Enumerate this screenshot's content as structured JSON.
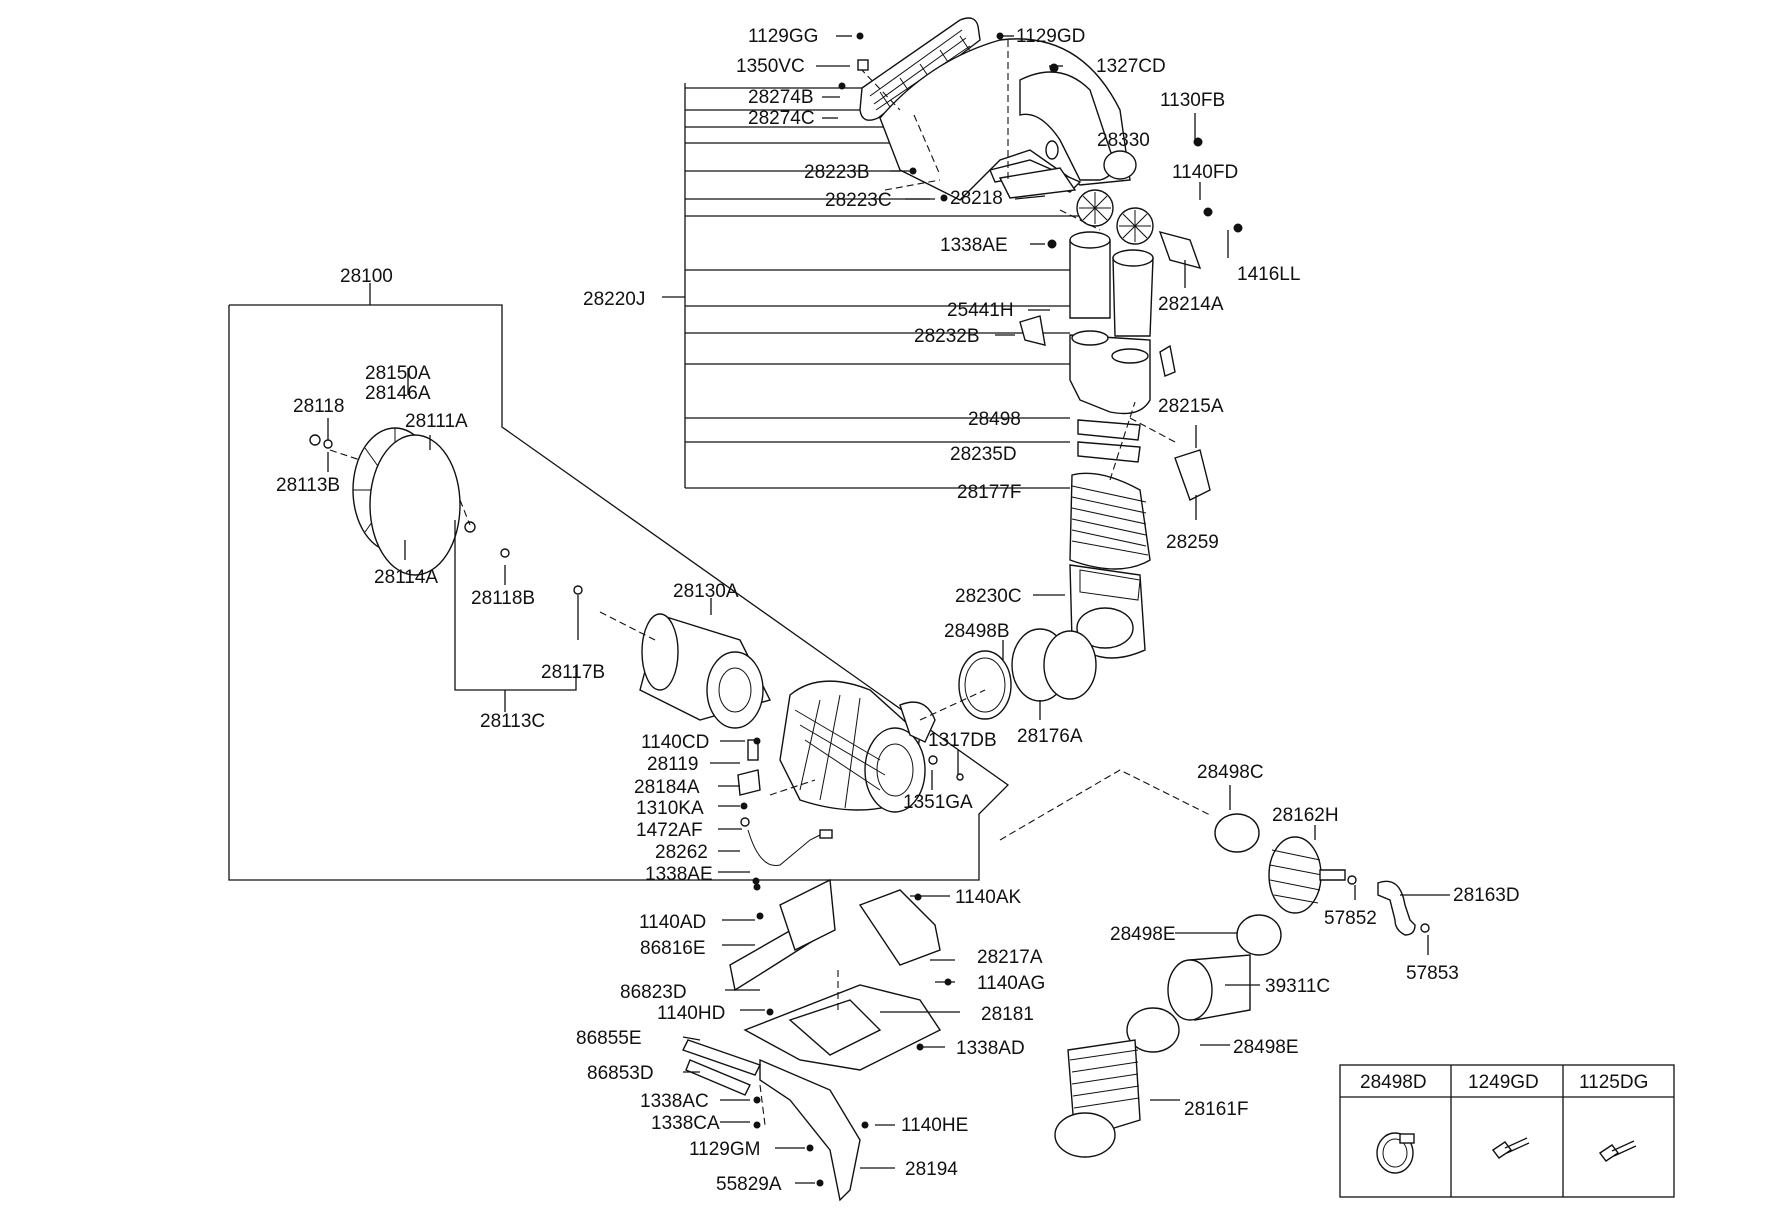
{
  "diagram": {
    "assembly_label": "28100",
    "group_label": "28220J",
    "labels": {
      "l_1129GG": "1129GG",
      "l_1350VC": "1350VC",
      "l_28274B": "28274B",
      "l_28274C": "28274C",
      "l_1129GD": "1129GD",
      "l_1327CD": "1327CD",
      "l_1130FB": "1130FB",
      "l_28330": "28330",
      "l_1140FD": "1140FD",
      "l_28223B": "28223B",
      "l_28223C": "28223C",
      "l_28218": "28218",
      "l_1338AE_top": "1338AE",
      "l_1416LL": "1416LL",
      "l_28214A": "28214A",
      "l_25441H": "25441H",
      "l_28232B": "28232B",
      "l_28215A": "28215A",
      "l_28498": "28498",
      "l_28235D": "28235D",
      "l_28177F": "28177F",
      "l_28259": "28259",
      "l_28230C": "28230C",
      "l_28498B": "28498B",
      "l_28176A": "28176A",
      "l_28130A": "28130A",
      "l_28150A": "28150A",
      "l_28146A": "28146A",
      "l_28118": "28118",
      "l_28111A": "28111A",
      "l_28113B": "28113B",
      "l_28114A": "28114A",
      "l_28118B": "28118B",
      "l_28117B": "28117B",
      "l_28113C": "28113C",
      "l_1140CD": "1140CD",
      "l_28119": "28119",
      "l_28184A": "28184A",
      "l_1310KA": "1310KA",
      "l_1472AF": "1472AF",
      "l_28262": "28262",
      "l_1338AE_bot": "1338AE",
      "l_1317DB": "1317DB",
      "l_1351GA": "1351GA",
      "l_28498C": "28498C",
      "l_28162H": "28162H",
      "l_28163D": "28163D",
      "l_57852": "57852",
      "l_57853": "57853",
      "l_28498E_1": "28498E",
      "l_39311C": "39311C",
      "l_28498E_2": "28498E",
      "l_28161F": "28161F",
      "l_1140AD": "1140AD",
      "l_86816E": "86816E",
      "l_1140AK": "1140AK",
      "l_28217A": "28217A",
      "l_1140AG": "1140AG",
      "l_86823D": "86823D",
      "l_1140HD": "1140HD",
      "l_28181": "28181",
      "l_86855E": "86855E",
      "l_1338AD": "1338AD",
      "l_86853D": "86853D",
      "l_1338AC": "1338AC",
      "l_1338CA": "1338CA",
      "l_1140HE": "1140HE",
      "l_1129GM": "1129GM",
      "l_28194": "28194",
      "l_55829A": "55829A"
    }
  },
  "legend_table": {
    "headers": [
      "28498D",
      "1249GD",
      "1125DG"
    ],
    "icons": [
      "hose-clamp-icon",
      "flange-bolt-icon",
      "flange-bolt-icon"
    ]
  }
}
